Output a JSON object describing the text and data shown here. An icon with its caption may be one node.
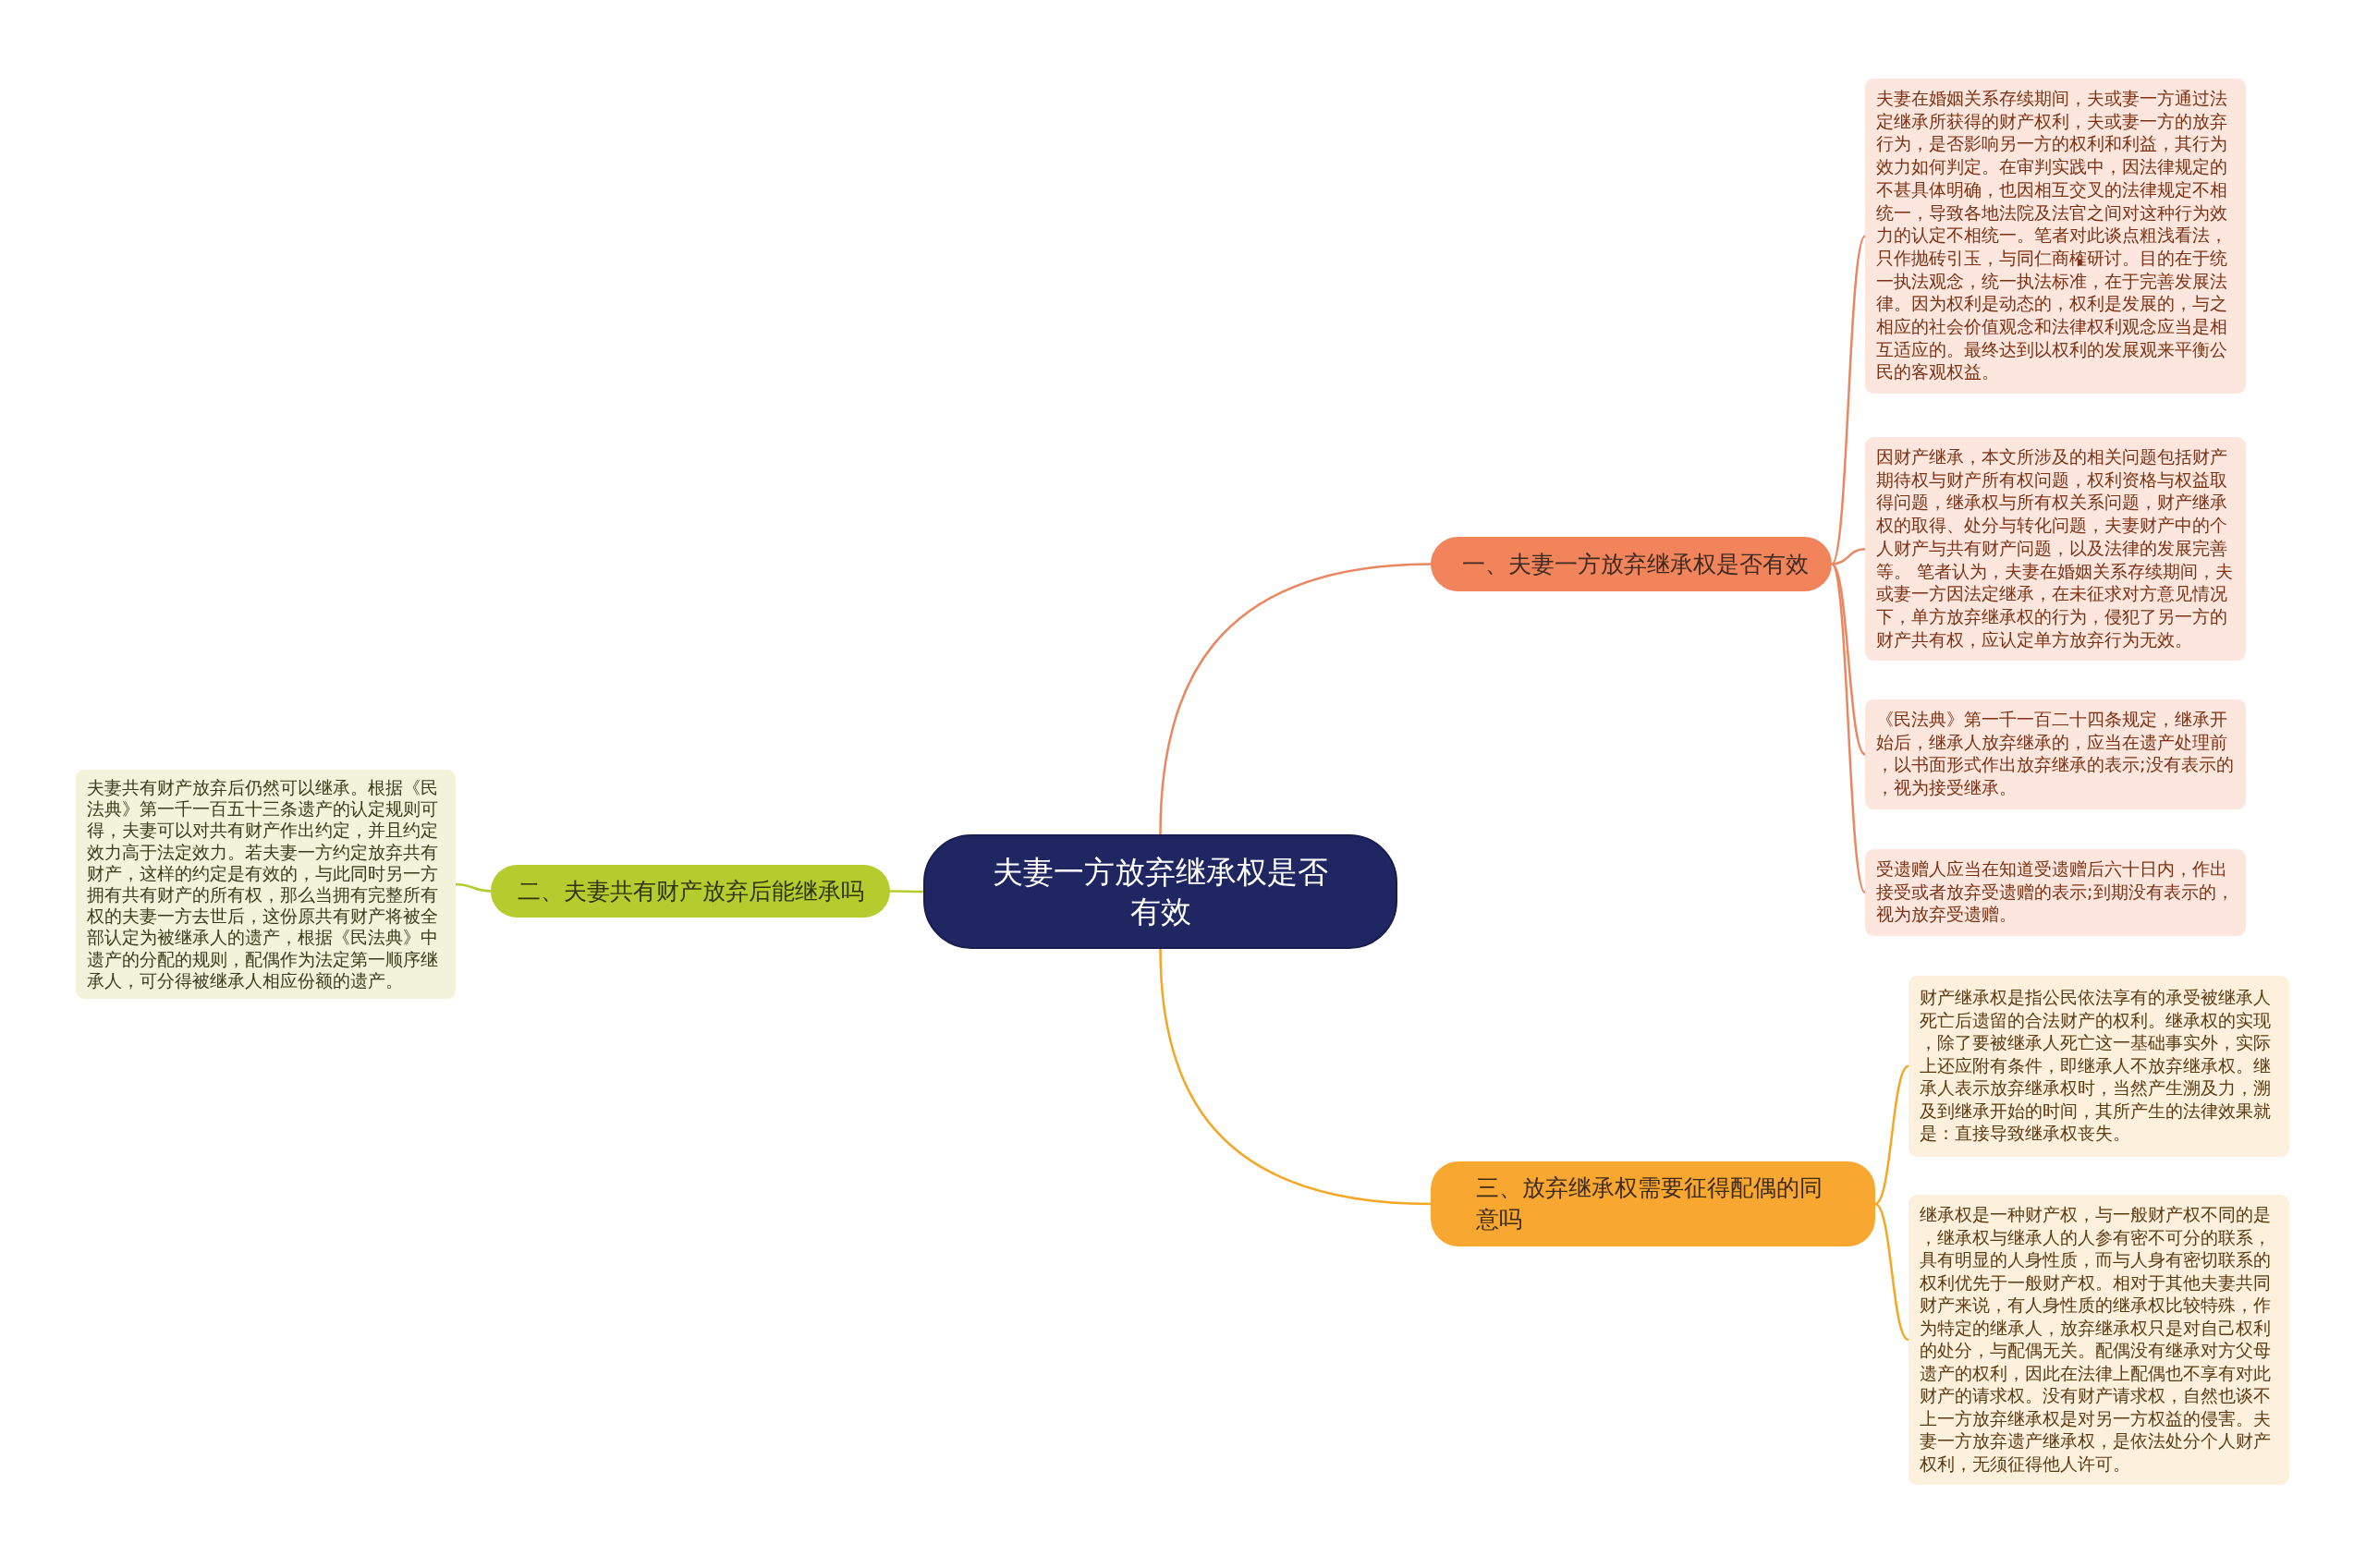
{
  "diagram": {
    "nodes": [
      {
        "text": [
          "夫妻一方放弃继承权是否有效"
        ]
      },
      {
        "text": [
          "一、夫妻一方放弃继承权是否有效"
        ]
      },
      {
        "text": [
          "夫妻在婚姻关系存续期间，夫或妻一方通过法定继承所获得的财产权利，夫或妻一方的放弃行为，是否影响另一方的权利和利益，其行为效力如何判定。在审判实践中，因法律规定的不甚具体明确，也因相互交叉的法律规定不相统一，导致各地法院及法官之间对这种行为效力的认定不相统一。笔者对此谈点粗浅看法，只作抛砖引玉，与同仁商榷研讨。目的在于统一执法观念，统一执法标准，在于完善发展法律。因为权利是动态的，权利是发展的，与之相应的社会价值观念和法律权利观念应当是相互适应的。最终达到以权利的发展观来平衡公民的客观权益。"
        ]
      },
      {
        "text": [
          "因财产继承，本文所涉及的相关问题包括财产期待权与财产所有权问题，权利资格与权益取得问题，继承权与所有权关系问题，财产继承权的取得、处分与转化问题，夫妻财产中的个人财产与共有财产问题，以及法律的发展完善等。 笔者认为，夫妻在婚姻关系存续期间，夫或妻一方因法定继承，在未征求对方意见情况下，单方放弃继承权的行为，侵犯了另一方的财产共有权，应认定单方放弃行为无效。"
        ]
      },
      {
        "text": [
          "《民法典》第一千一百二十四条规定，继承开始后，继承人放弃继承的，应当在遗产处理前，以书面形式作出放弃继承的表示;没有表示的，视为接受继承。"
        ]
      },
      {
        "text": [
          "受遗赠人应当在知道受遗赠后六十日内，作出接受或者放弃受遗赠的表示;到期没有表示的，视为放弃受遗赠。"
        ]
      },
      {
        "text": [
          "二、夫妻共有财产放弃后能继承吗"
        ]
      },
      {
        "text": [
          "夫妻共有财产放弃后仍然可以继承。根据《民法典》第一千一百五十三条遗产的认定规则可得，夫妻可以对共有财产作出约定，并且约定效力高于法定效力。若夫妻一方约定放弃共有财产，这样的约定是有效的，与此同时另一方拥有共有财产的所有权，那么当拥有完整所有权的夫妻一方去世后，这份原共有财产将被全部认定为被继承人的遗产，根据《民法典》中遗产的分配的规则，配偶作为法定第一顺序继承人，可分得被继承人相应份额的遗产。"
        ]
      },
      {
        "text": [
          "三、放弃继承权需要征得配偶的同意吗"
        ]
      },
      {
        "text": [
          "财产继承权是指公民依法享有的承受被继承人死亡后遗留的合法财产的权利。继承权的实现，除了要被继承人死亡这一基础事实外，实际上还应附有条件，即继承人不放弃继承权。继承人表示放弃继承权时，当然产生溯及力，溯及到继承开始的时间，其所产生的法律效果就是：直接导致继承权丧失。"
        ]
      },
      {
        "text": [
          "继承权是一种财产权，与一般财产权不同的是，继承权与继承人的人参有密不可分的联系，具有明显的人身性质，而与人身有密切联系的权利优先于一般财产权。相对于其他夫妻共同财产来说，有人身性质的继承权比较特殊，作为特定的继承人，放弃继承权只是对自己权利的处分，与配偶无关。配偶没有继承对方父母遗产的权利，因此在法律上配偶也不享有对此财产的请求权。没有财产请求权，自然也谈不上一方放弃继承权是对另一方权益的侵害。夫妻一方放弃遗产继承权，是依法处分个人财产权利，无须征得他人许可。"
        ]
      }
    ],
    "edges": [
      {
        "from": 0,
        "to": 1,
        "arrow": "none"
      },
      {
        "from": 1,
        "to": 2,
        "arrow": "none"
      },
      {
        "from": 1,
        "to": 3,
        "arrow": "none"
      },
      {
        "from": 1,
        "to": 4,
        "arrow": "none"
      },
      {
        "from": 1,
        "to": 5,
        "arrow": "none"
      },
      {
        "from": 0,
        "to": 6,
        "arrow": "none",
        "color": "#b5cc2e"
      },
      {
        "from": 6,
        "to": 7,
        "arrow": "none",
        "color": "#b5cc2e"
      },
      {
        "from": 0,
        "to": 8,
        "arrow": "none",
        "color": "#f5a623"
      },
      {
        "from": 8,
        "to": 9,
        "arrow": "none",
        "color": "#f5a623"
      },
      {
        "from": 8,
        "to": 10,
        "arrow": "none",
        "color": "#f5a623"
      }
    ]
  }
}
